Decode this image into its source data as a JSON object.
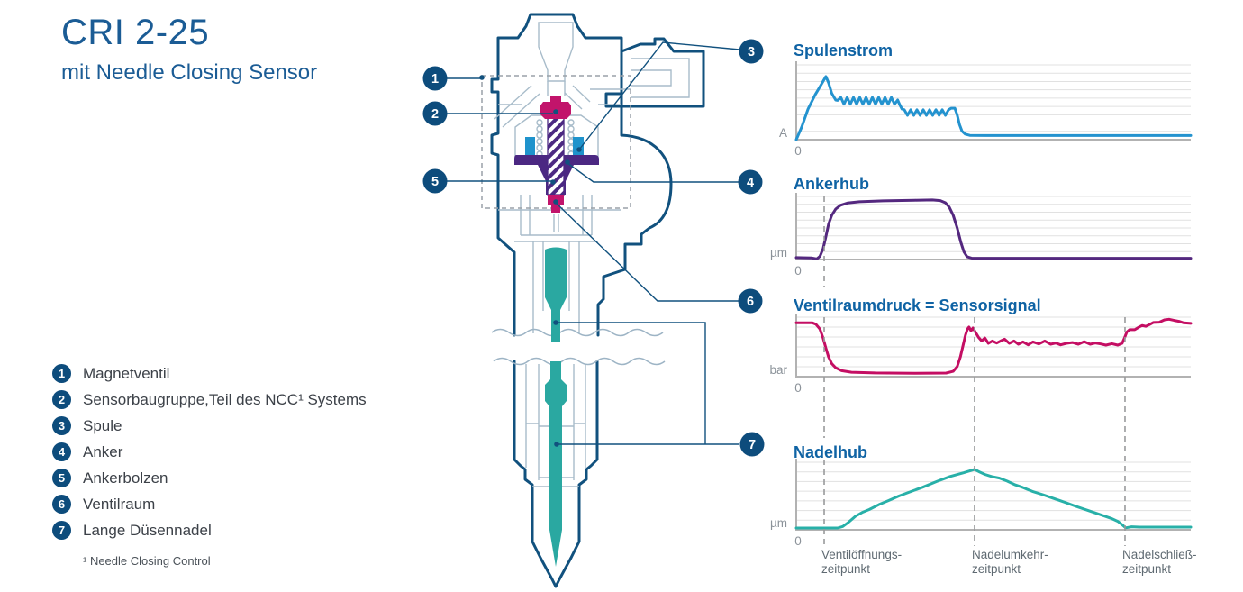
{
  "header": {
    "title": "CRI 2-25",
    "subtitle": "mit Needle Closing Sensor"
  },
  "legend": {
    "items": [
      {
        "n": "1",
        "label": "Magnetventil"
      },
      {
        "n": "2",
        "label": "Sensorbaugruppe,Teil des NCC¹ Systems"
      },
      {
        "n": "3",
        "label": "Spule"
      },
      {
        "n": "4",
        "label": "Anker"
      },
      {
        "n": "5",
        "label": "Ankerbolzen"
      },
      {
        "n": "6",
        "label": "Ventilraum"
      },
      {
        "n": "7",
        "label": "Lange Düsennadel"
      }
    ],
    "footnote": "¹ Needle Closing Control"
  },
  "callouts": [
    {
      "n": "1"
    },
    {
      "n": "2"
    },
    {
      "n": "3"
    },
    {
      "n": "4"
    },
    {
      "n": "5"
    },
    {
      "n": "6"
    },
    {
      "n": "7"
    }
  ],
  "colors": {
    "accent_blue": "#0f63a4",
    "outline_blue": "#11517e",
    "circle_blue": "#0d4c7c",
    "coil_blue": "#1f93cc",
    "armature_purple": "#4b2882",
    "sensor_magenta": "#c2146b",
    "needle_teal": "#2aa8a1"
  },
  "chart_data": [
    {
      "id": "spulenstrom",
      "type": "line",
      "title": "Spulenstrom",
      "ylabel": "A",
      "origin_label": "0",
      "color": "#2493cf",
      "x_range_norm": [
        0,
        1
      ],
      "y_range_norm": [
        0,
        1
      ],
      "grid": true,
      "legend_position": "none",
      "series": [
        {
          "name": "Spulenstrom",
          "points": [
            [
              0,
              0
            ],
            [
              0.014,
              0.17
            ],
            [
              0.03,
              0.41
            ],
            [
              0.048,
              0.6
            ],
            [
              0.066,
              0.76
            ],
            [
              0.075,
              0.845
            ],
            [
              0.082,
              0.76
            ],
            [
              0.09,
              0.62
            ],
            [
              0.1,
              0.53
            ],
            [
              0.105,
              0.525
            ],
            [
              0.113,
              0.565
            ],
            [
              0.121,
              0.475
            ],
            [
              0.129,
              0.565
            ],
            [
              0.137,
              0.475
            ],
            [
              0.145,
              0.565
            ],
            [
              0.153,
              0.475
            ],
            [
              0.161,
              0.565
            ],
            [
              0.169,
              0.475
            ],
            [
              0.177,
              0.565
            ],
            [
              0.185,
              0.475
            ],
            [
              0.193,
              0.565
            ],
            [
              0.201,
              0.475
            ],
            [
              0.209,
              0.565
            ],
            [
              0.217,
              0.475
            ],
            [
              0.225,
              0.565
            ],
            [
              0.233,
              0.475
            ],
            [
              0.241,
              0.565
            ],
            [
              0.249,
              0.475
            ],
            [
              0.257,
              0.53
            ],
            [
              0.262,
              0.47
            ],
            [
              0.268,
              0.41
            ],
            [
              0.274,
              0.4
            ],
            [
              0.282,
              0.325
            ],
            [
              0.29,
              0.4
            ],
            [
              0.298,
              0.325
            ],
            [
              0.306,
              0.4
            ],
            [
              0.314,
              0.325
            ],
            [
              0.322,
              0.4
            ],
            [
              0.33,
              0.325
            ],
            [
              0.338,
              0.4
            ],
            [
              0.346,
              0.325
            ],
            [
              0.354,
              0.4
            ],
            [
              0.362,
              0.325
            ],
            [
              0.37,
              0.4
            ],
            [
              0.378,
              0.325
            ],
            [
              0.386,
              0.4
            ],
            [
              0.393,
              0.42
            ],
            [
              0.402,
              0.42
            ],
            [
              0.408,
              0.33
            ],
            [
              0.414,
              0.2
            ],
            [
              0.42,
              0.115
            ],
            [
              0.428,
              0.075
            ],
            [
              0.44,
              0.058
            ],
            [
              0.48,
              0.055
            ],
            [
              1,
              0.055
            ]
          ]
        }
      ]
    },
    {
      "id": "ankerhub",
      "type": "line",
      "title": "Ankerhub",
      "ylabel": "µm",
      "origin_label": "0",
      "color": "#54287f",
      "x_range_norm": [
        0,
        1
      ],
      "y_range_norm": [
        0,
        1
      ],
      "grid": true,
      "legend_position": "none",
      "series": [
        {
          "name": "Ankerhub",
          "points": [
            [
              0,
              0.03
            ],
            [
              0.04,
              0.025
            ],
            [
              0.052,
              0.01
            ],
            [
              0.06,
              0.05
            ],
            [
              0.068,
              0.17
            ],
            [
              0.075,
              0.36
            ],
            [
              0.082,
              0.56
            ],
            [
              0.09,
              0.7
            ],
            [
              0.1,
              0.8
            ],
            [
              0.112,
              0.86
            ],
            [
              0.13,
              0.895
            ],
            [
              0.16,
              0.915
            ],
            [
              0.22,
              0.93
            ],
            [
              0.3,
              0.94
            ],
            [
              0.345,
              0.945
            ],
            [
              0.365,
              0.935
            ],
            [
              0.378,
              0.9
            ],
            [
              0.388,
              0.83
            ],
            [
              0.398,
              0.7
            ],
            [
              0.408,
              0.5
            ],
            [
              0.417,
              0.28
            ],
            [
              0.425,
              0.12
            ],
            [
              0.433,
              0.045
            ],
            [
              0.445,
              0.022
            ],
            [
              0.5,
              0.02
            ],
            [
              1,
              0.02
            ]
          ]
        }
      ]
    },
    {
      "id": "ventilraumdruck",
      "type": "line",
      "title": "Ventilraumdruck = Sensorsignal",
      "ylabel": "bar",
      "origin_label": "0",
      "color": "#c40e63",
      "x_range_norm": [
        0,
        1
      ],
      "y_range_norm": [
        0,
        1
      ],
      "grid": true,
      "legend_position": "none",
      "series": [
        {
          "name": "Ventilraumdruck",
          "points": [
            [
              0,
              0.905
            ],
            [
              0.041,
              0.905
            ],
            [
              0.05,
              0.88
            ],
            [
              0.06,
              0.8
            ],
            [
              0.068,
              0.65
            ],
            [
              0.075,
              0.48
            ],
            [
              0.082,
              0.33
            ],
            [
              0.09,
              0.22
            ],
            [
              0.1,
              0.15
            ],
            [
              0.115,
              0.1
            ],
            [
              0.14,
              0.075
            ],
            [
              0.2,
              0.062
            ],
            [
              0.3,
              0.058
            ],
            [
              0.38,
              0.06
            ],
            [
              0.398,
              0.09
            ],
            [
              0.408,
              0.17
            ],
            [
              0.416,
              0.33
            ],
            [
              0.423,
              0.53
            ],
            [
              0.429,
              0.7
            ],
            [
              0.434,
              0.8
            ],
            [
              0.438,
              0.835
            ],
            [
              0.443,
              0.77
            ],
            [
              0.448,
              0.82
            ],
            [
              0.455,
              0.74
            ],
            [
              0.462,
              0.66
            ],
            [
              0.47,
              0.6
            ],
            [
              0.478,
              0.65
            ],
            [
              0.487,
              0.56
            ],
            [
              0.497,
              0.6
            ],
            [
              0.508,
              0.565
            ],
            [
              0.518,
              0.6
            ],
            [
              0.528,
              0.63
            ],
            [
              0.54,
              0.56
            ],
            [
              0.552,
              0.6
            ],
            [
              0.563,
              0.545
            ],
            [
              0.575,
              0.585
            ],
            [
              0.588,
              0.535
            ],
            [
              0.6,
              0.585
            ],
            [
              0.615,
              0.55
            ],
            [
              0.63,
              0.6
            ],
            [
              0.645,
              0.545
            ],
            [
              0.658,
              0.565
            ],
            [
              0.67,
              0.535
            ],
            [
              0.685,
              0.56
            ],
            [
              0.7,
              0.575
            ],
            [
              0.715,
              0.545
            ],
            [
              0.73,
              0.59
            ],
            [
              0.745,
              0.545
            ],
            [
              0.758,
              0.565
            ],
            [
              0.772,
              0.55
            ],
            [
              0.785,
              0.53
            ],
            [
              0.8,
              0.555
            ],
            [
              0.815,
              0.53
            ],
            [
              0.826,
              0.56
            ],
            [
              0.832,
              0.65
            ],
            [
              0.838,
              0.75
            ],
            [
              0.845,
              0.79
            ],
            [
              0.858,
              0.79
            ],
            [
              0.868,
              0.83
            ],
            [
              0.877,
              0.86
            ],
            [
              0.886,
              0.845
            ],
            [
              0.895,
              0.875
            ],
            [
              0.905,
              0.91
            ],
            [
              0.92,
              0.915
            ],
            [
              0.933,
              0.955
            ],
            [
              0.945,
              0.965
            ],
            [
              0.958,
              0.945
            ],
            [
              0.97,
              0.93
            ],
            [
              0.982,
              0.905
            ],
            [
              1,
              0.895
            ]
          ]
        }
      ]
    },
    {
      "id": "nadelhub",
      "type": "line",
      "title": "Nadelhub",
      "ylabel": "µm",
      "origin_label": "0",
      "color": "#28b0a8",
      "x_range_norm": [
        0,
        1
      ],
      "y_range_norm": [
        0,
        1
      ],
      "grid": true,
      "legend_position": "none",
      "series": [
        {
          "name": "Nadelhub",
          "points": [
            [
              0,
              0.027
            ],
            [
              0.105,
              0.027
            ],
            [
              0.118,
              0.05
            ],
            [
              0.133,
              0.115
            ],
            [
              0.15,
              0.2
            ],
            [
              0.168,
              0.26
            ],
            [
              0.185,
              0.3
            ],
            [
              0.21,
              0.375
            ],
            [
              0.235,
              0.435
            ],
            [
              0.26,
              0.5
            ],
            [
              0.29,
              0.565
            ],
            [
              0.32,
              0.63
            ],
            [
              0.356,
              0.715
            ],
            [
              0.39,
              0.79
            ],
            [
              0.425,
              0.845
            ],
            [
              0.452,
              0.895
            ],
            [
              0.465,
              0.855
            ],
            [
              0.478,
              0.82
            ],
            [
              0.495,
              0.79
            ],
            [
              0.515,
              0.765
            ],
            [
              0.535,
              0.72
            ],
            [
              0.555,
              0.665
            ],
            [
              0.575,
              0.625
            ],
            [
              0.6,
              0.565
            ],
            [
              0.625,
              0.52
            ],
            [
              0.65,
              0.47
            ],
            [
              0.68,
              0.41
            ],
            [
              0.71,
              0.345
            ],
            [
              0.74,
              0.285
            ],
            [
              0.77,
              0.225
            ],
            [
              0.8,
              0.165
            ],
            [
              0.815,
              0.125
            ],
            [
              0.828,
              0.065
            ],
            [
              0.835,
              0.03
            ],
            [
              0.85,
              0.045
            ],
            [
              0.87,
              0.04
            ],
            [
              1,
              0.04
            ]
          ]
        }
      ]
    }
  ],
  "event_markers": {
    "markers": [
      {
        "fx": 0.0708,
        "label1": "Ventilöffnungs-",
        "label2": "zeitpunkt",
        "segments": [
          [
            218,
            318
          ],
          [
            352,
            486
          ],
          [
            510,
            606
          ]
        ]
      },
      {
        "fx": 0.452,
        "label1": "Nadelumkehr-",
        "label2": "zeitpunkt",
        "segments": [
          [
            352,
            606
          ]
        ]
      },
      {
        "fx": 0.8333,
        "label1": "Nadelschließ-",
        "label2": "zeitpunkt",
        "segments": [
          [
            352,
            606
          ]
        ]
      }
    ]
  }
}
